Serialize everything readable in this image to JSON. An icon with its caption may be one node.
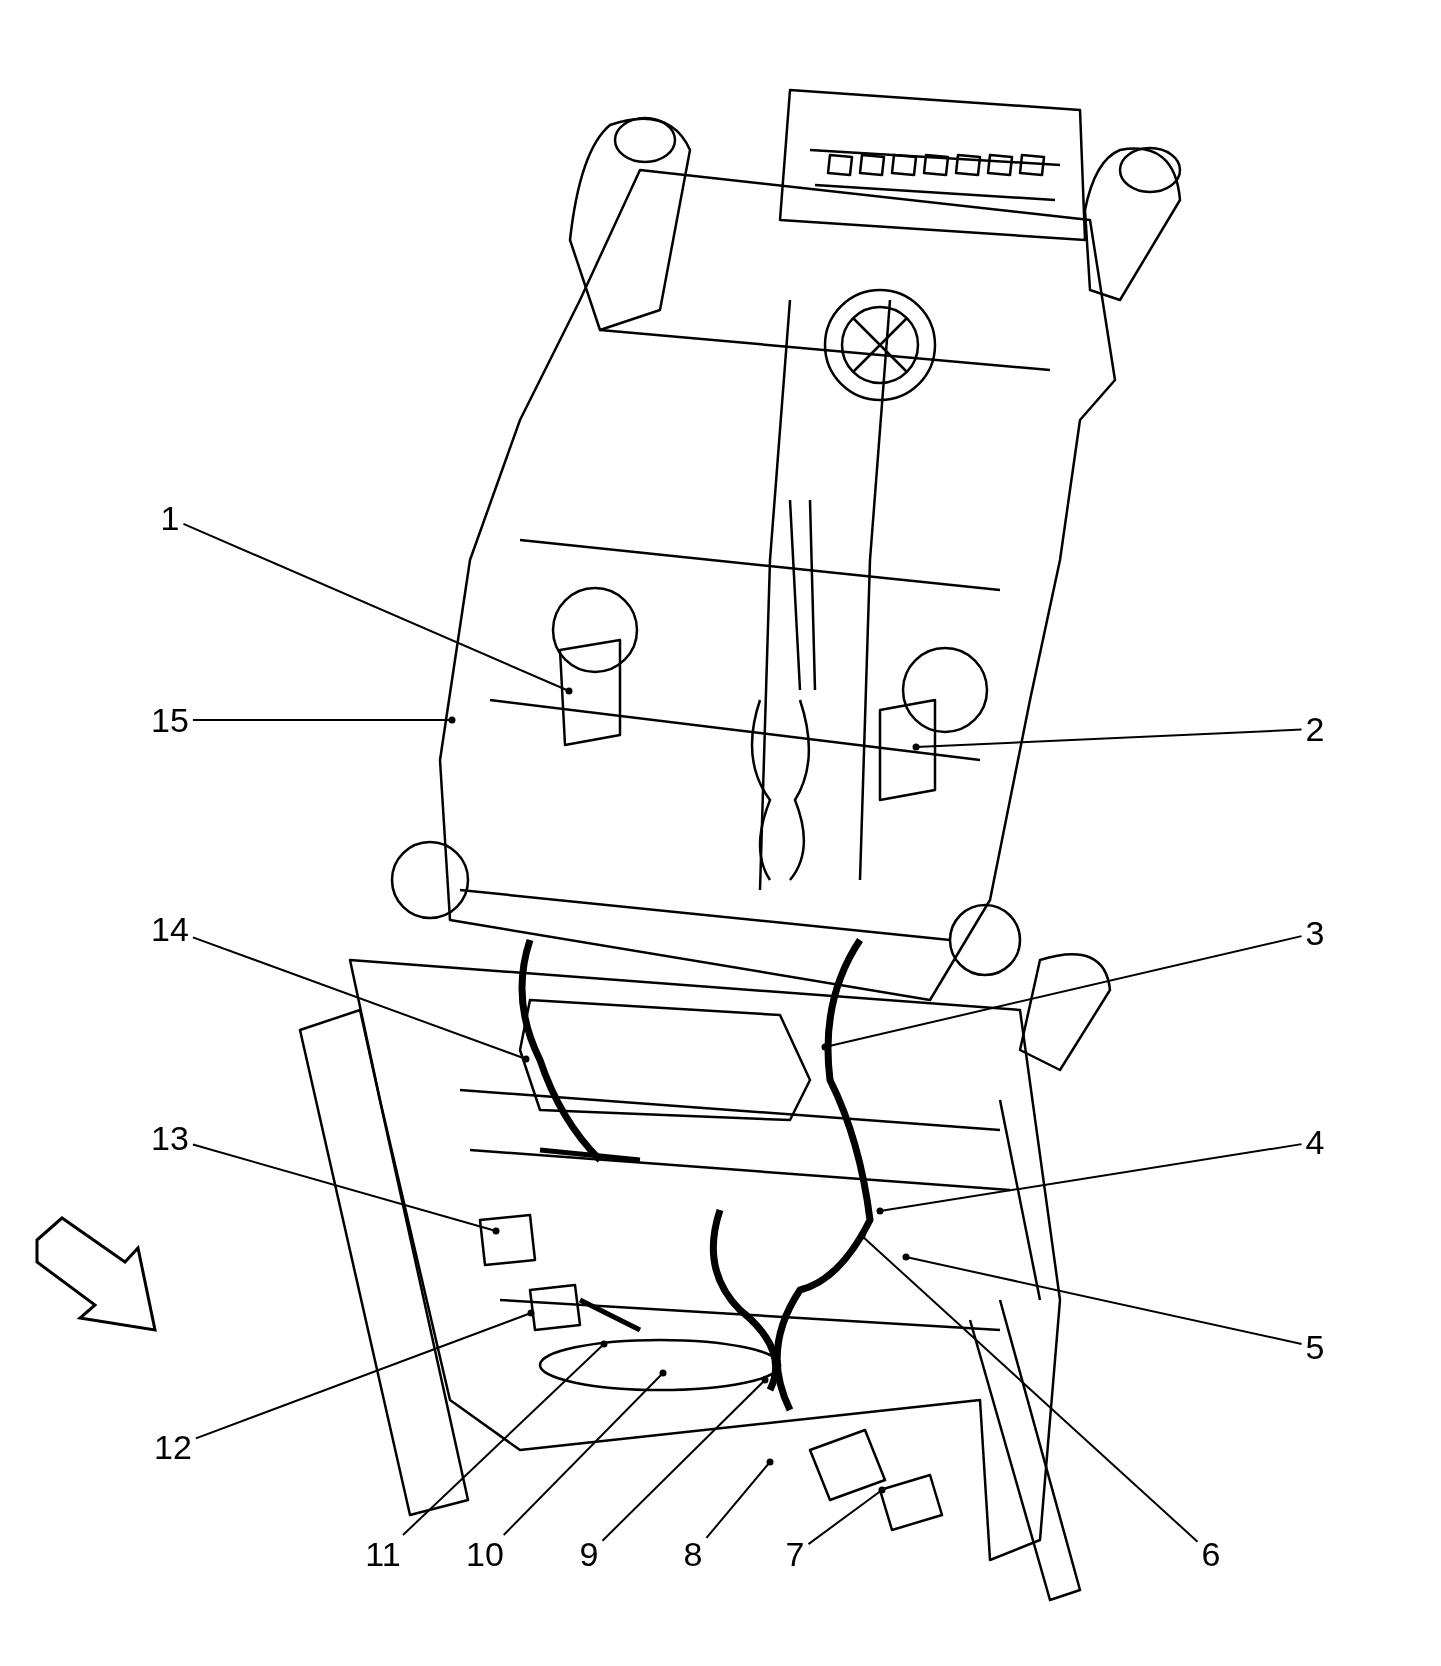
{
  "diagram": {
    "nodes": [
      {
        "text": [
          "1"
        ]
      },
      {
        "text": [
          "2"
        ]
      },
      {
        "text": [
          "3"
        ]
      },
      {
        "text": [
          "4"
        ]
      },
      {
        "text": [
          "5"
        ]
      },
      {
        "text": [
          "6"
        ]
      },
      {
        "text": [
          "7"
        ]
      },
      {
        "text": [
          "8"
        ]
      },
      {
        "text": [
          "9"
        ]
      },
      {
        "text": [
          "10"
        ]
      },
      {
        "text": [
          "11"
        ]
      },
      {
        "text": [
          "12"
        ]
      },
      {
        "text": [
          "13"
        ]
      },
      {
        "text": [
          "14"
        ]
      },
      {
        "text": [
          "15"
        ]
      }
    ],
    "edges": [
      {
        "from": 0,
        "to": null,
        "arrow": "other"
      },
      {
        "from": 1,
        "to": null,
        "arrow": "other"
      },
      {
        "from": 2,
        "to": null,
        "arrow": "other"
      },
      {
        "from": 3,
        "to": null,
        "arrow": "other"
      },
      {
        "from": 4,
        "to": null,
        "arrow": "other"
      },
      {
        "from": 5,
        "to": null,
        "arrow": "other"
      },
      {
        "from": 6,
        "to": null,
        "arrow": "other"
      },
      {
        "from": 7,
        "to": null,
        "arrow": "other"
      },
      {
        "from": 8,
        "to": null,
        "arrow": "other"
      },
      {
        "from": 9,
        "to": null,
        "arrow": "other"
      },
      {
        "from": 10,
        "to": null,
        "arrow": "other"
      },
      {
        "from": 11,
        "to": null,
        "arrow": "other"
      },
      {
        "from": 12,
        "to": null,
        "arrow": "other"
      },
      {
        "from": 13,
        "to": null,
        "arrow": "other"
      },
      {
        "from": 14,
        "to": null,
        "arrow": "other"
      }
    ]
  }
}
